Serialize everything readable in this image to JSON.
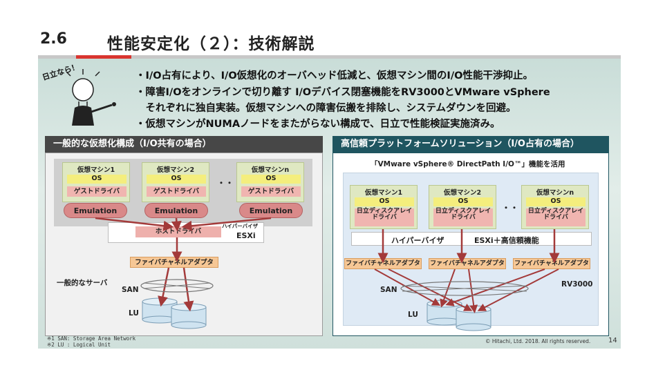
{
  "header": {
    "number": "2.6",
    "title": "性能安定化（２）：技術解説"
  },
  "mascot": {
    "caption": "日立なら！"
  },
  "bullets": [
    "・I/O占有により、I/O仮想化のオーバヘッド低減と、仮想マシン間のI/O性能干渉抑止。",
    "・障害I/Oをオンラインで切り離す I/Oデバイス閉塞機能をRV3000とVMware vSphere",
    "　それぞれに独自実装。仮想マシンへの障害伝搬を排除し、システムダウンを回避。",
    "・仮想マシンがNUMAノードをまたがらない構成で、日立で性能検証実施済み。"
  ],
  "left": {
    "title": "一般的な仮想化構成（I/O共有の場合）",
    "vms": [
      {
        "name": "仮想マシン1",
        "os": "OS",
        "driver": "ゲストドライバ",
        "emulation": "Emulation"
      },
      {
        "name": "仮想マシン2",
        "os": "OS",
        "driver": "ゲストドライバ",
        "emulation": "Emulation"
      },
      {
        "name": "仮想マシンn",
        "os": "OS",
        "driver": "ゲストドライバ",
        "emulation": "Emulation"
      }
    ],
    "ellipsis": "・・・",
    "hypervisor_label": "ハイパーバイザ",
    "host_driver": "ホストドライバ",
    "esxi": "ESXi",
    "fc_adapter": "ファイバチャネルアダプタ",
    "server_label": "一般的なサーバ",
    "san": "SAN",
    "lu": "LU"
  },
  "right": {
    "title": "高信頼プラットフォームソリューション（I/O占有の場合）",
    "subtitle": "「VMware vSphere® DirectPath I/O™」機能を活用",
    "vms": [
      {
        "name": "仮想マシン1",
        "os": "OS",
        "driver": "日立ディスクアレイ\nドライバ"
      },
      {
        "name": "仮想マシン2",
        "os": "OS",
        "driver": "日立ディスクアレイ\nドライバ"
      },
      {
        "name": "仮想マシンn",
        "os": "OS",
        "driver": "日立ディスクアレイ\nドライバ"
      }
    ],
    "ellipsis": "・・・",
    "hypervisor": "ハイパーバイザ",
    "hypervisor_esxi": "ESXi＋高信頼機能",
    "fc_adapters": [
      "ファイバチャネルアダプタ",
      "ファイバチャネルアダプタ",
      "ファイバチャネルアダプタ"
    ],
    "rv": "RV3000",
    "san": "SAN",
    "lu": "LU"
  },
  "footer": {
    "note1": "※1 SAN: Storage Area Network",
    "note2": "※2 LU : Logical Unit",
    "copyright": "© Hitachi, Ltd. 2018. All rights reserved.",
    "page": "14"
  },
  "colors": {
    "accent_red": "#d9352f",
    "left_header": "#474747",
    "right_header": "#1f5560",
    "arrow": "#a33a3a"
  }
}
